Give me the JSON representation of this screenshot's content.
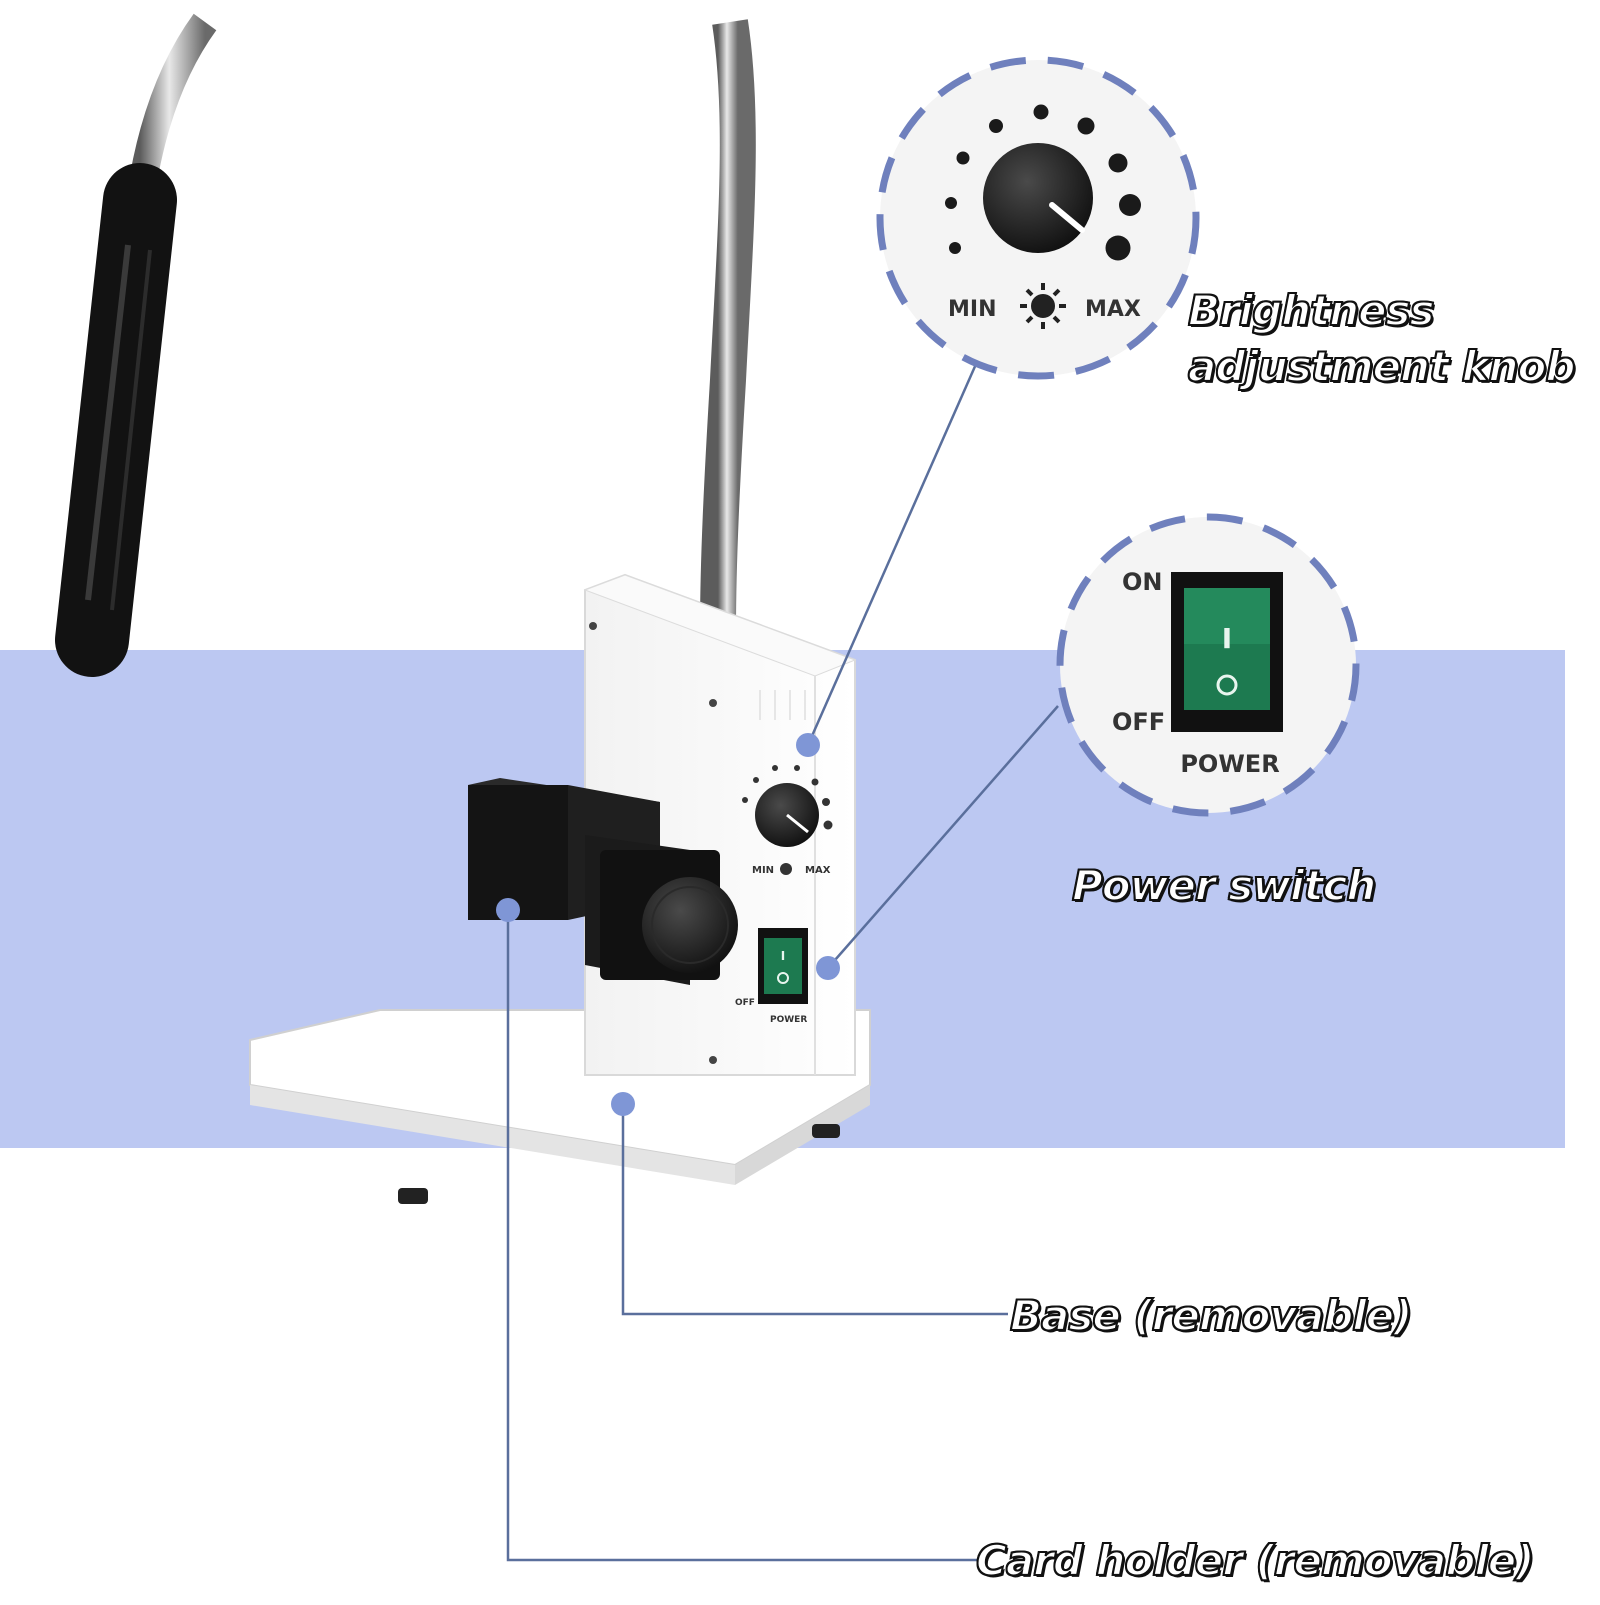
{
  "colors": {
    "backdrop": "#bcc8f2",
    "callout_dot": "#7f96d6",
    "callout_line": "#5a6f9c",
    "dash_ring": "#6f80bd",
    "device_body": "#ffffff",
    "knob": "#1a1a1a",
    "switch_green": "#1d7a50"
  },
  "callouts": {
    "brightness": {
      "line1": "Brightness",
      "line2": "adjustment knob"
    },
    "power": {
      "label": "Power switch"
    },
    "base": {
      "label": "Base (removable)"
    },
    "card_holder": {
      "label": "Card holder (removable)"
    }
  },
  "knob_panel": {
    "min": "MIN",
    "max": "MAX"
  },
  "switch_panel": {
    "on": "ON",
    "off": "OFF",
    "power": "POWER",
    "on_symbol": "I",
    "off_symbol": "O"
  }
}
